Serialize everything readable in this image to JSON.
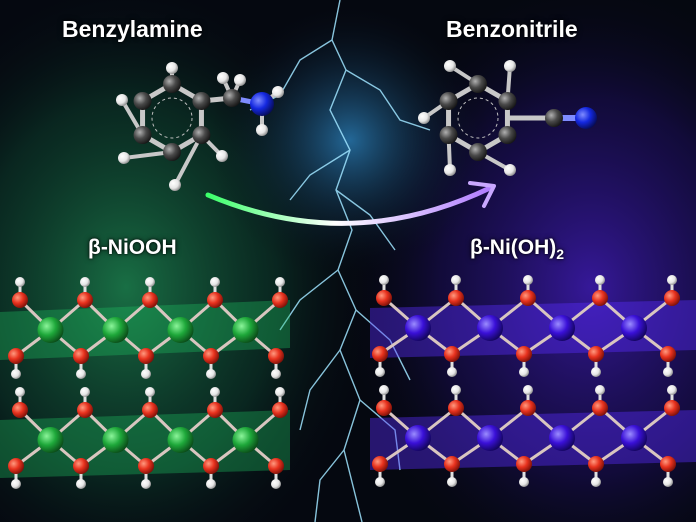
{
  "molecules": {
    "reactant_label": "Benzylamine",
    "product_label": "Benzonitrile"
  },
  "catalysts": {
    "oxidized_label": "β-NiOOH",
    "reduced_label_main": "β-Ni(OH)",
    "reduced_label_sub": "2"
  },
  "colors": {
    "left_glow": "#1fc060",
    "right_glow": "#5a2dff",
    "center_lightning": "#7fd4ff",
    "ni_oxidized": "#1ea83a",
    "ni_reduced": "#3a10d8",
    "oxygen": "#e8321e",
    "hydrogen": "#f2f2f2",
    "carbon": "#4a4a4a",
    "nitrogen": "#1428e0"
  },
  "icons": {
    "reaction_arrow": "curved-arrow-icon"
  }
}
